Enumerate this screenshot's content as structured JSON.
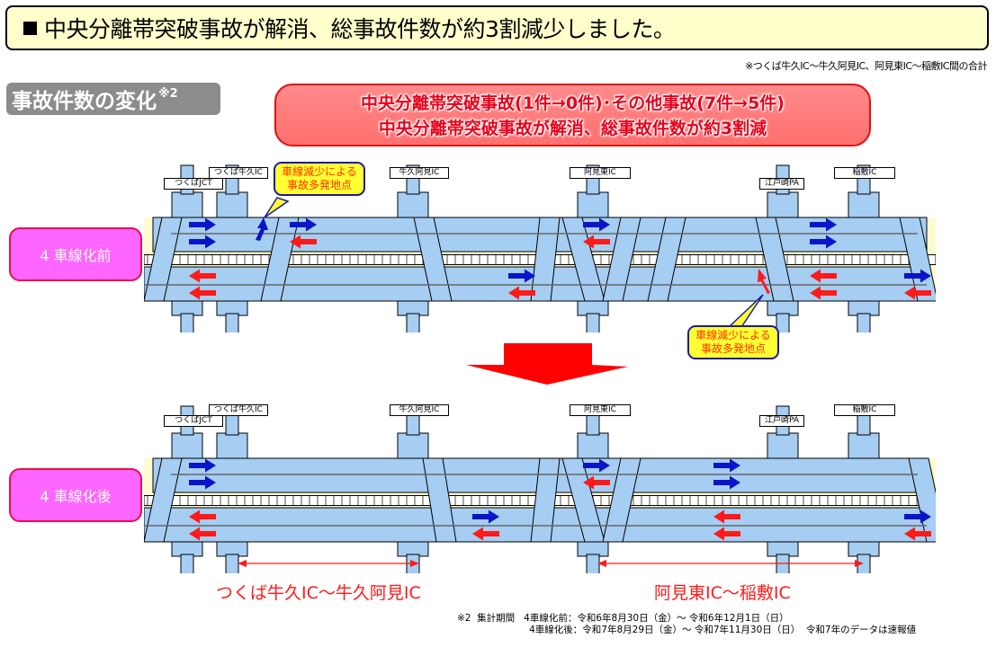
{
  "headline": "中央分離帯突破事故が解消、総事故件数が約3割減少しました。",
  "top_note": "※つくば牛久IC～牛久阿見IC、阿見東IC～稲敷IC間の合計",
  "section_title": "事故件数の変化",
  "section_title_note": "※2",
  "summary": {
    "line1": "中央分離帯突破事故(1件→0件)･その他事故(7件→5件)",
    "line2": "中央分離帯突破事故が解消、総事故件数が約3割減"
  },
  "phases": {
    "before": "4 車線化前",
    "after": "4 車線化後"
  },
  "interchanges": {
    "tsukuba_jct": "つくばJCT",
    "tsukuba_ushiku_ic": "つくば牛久IC",
    "ushiku_ami_ic": "牛久阿見IC",
    "amihigashi_ic": "阿見東IC",
    "edosaki_pa": "江戸崎PA",
    "inashiki_ic": "稲敷IC"
  },
  "callouts": {
    "accident_spot_1": "車線減少による\n事故多発地点",
    "accident_spot_2": "車線減少による\n事故多発地点"
  },
  "sections": {
    "left": "つくば牛久IC～牛久阿見IC",
    "right": "阿見東IC～稲敷IC"
  },
  "footnote": {
    "line1": "※2  集計期間   4車線化前：令和6年8月30日（金）～ 令和6年12月1日（日）",
    "line2": "                        4車線化後：令和7年8月29日（金）～ 令和7年11月30日（日）  令和7年のデータは速報値"
  },
  "counts": {
    "median_crossover": {
      "before": 1,
      "after": 0
    },
    "other": {
      "before": 7,
      "after": 5
    },
    "reduction": "約3割"
  },
  "colors": {
    "road": "#a6cdf2",
    "outbound_arrow": "#0a14c8",
    "inbound_arrow": "#ff1a1a",
    "median_area": "#fffbd0",
    "phase_label": "#ff66ff",
    "section_text": "#ff1a1a"
  }
}
